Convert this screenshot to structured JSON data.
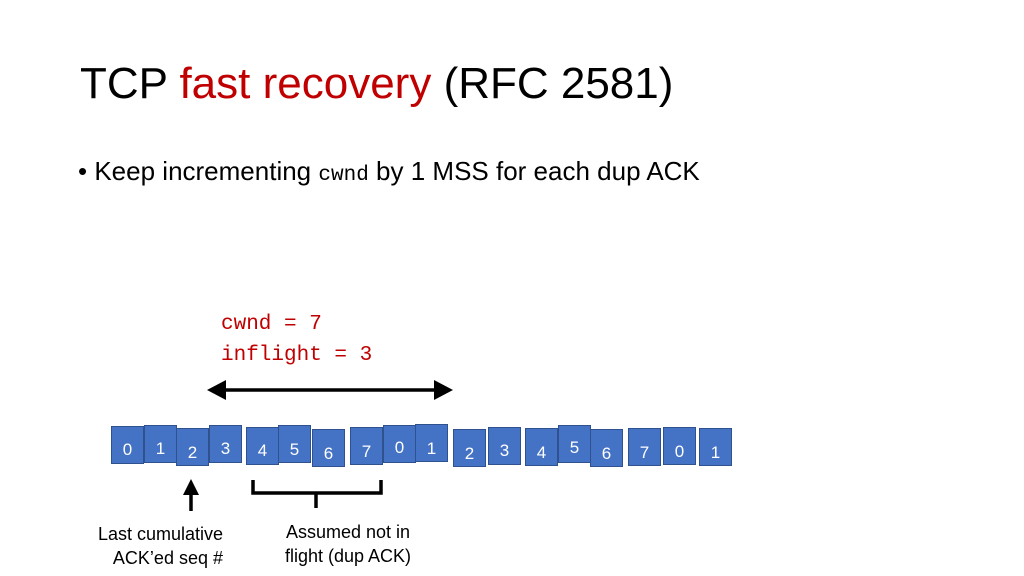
{
  "title": {
    "prefix": "TCP",
    "highlight": "fast recovery",
    "suffix": "(RFC 2581)"
  },
  "bullet": {
    "marker": "•",
    "before": "Keep incrementing",
    "code": "cwnd",
    "after": "by 1 MSS for each dup ACK"
  },
  "window_state": {
    "cwnd_text": "cwnd = 7",
    "inflight_text": "inflight = 3"
  },
  "sequence_numbers": [
    "0",
    "1",
    "2",
    "3",
    "4",
    "5",
    "6",
    "7",
    "0",
    "1",
    "2",
    "3",
    "4",
    "5",
    "6",
    "7",
    "0",
    "1"
  ],
  "annotations": {
    "last_ack_line1": "Last cumulative",
    "last_ack_line2": "ACK’ed seq #",
    "not_in_flight_line1": "Assumed not in",
    "not_in_flight_line2": "flight (dup ACK)"
  },
  "colors": {
    "accent_red": "#c00000",
    "segment_blue": "#4472c4",
    "segment_border": "#2f528f"
  }
}
